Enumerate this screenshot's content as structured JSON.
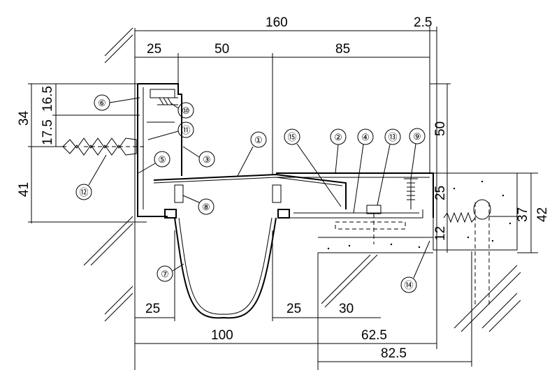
{
  "dimensions": {
    "top_total": "160",
    "top_offset": "2.5",
    "top_a": "25",
    "top_b": "50",
    "top_c": "85",
    "left_top": "16.5",
    "left_mid": "17.5",
    "left_group": "34",
    "left_bottom": "41",
    "right_height": "50",
    "right_a": "25",
    "right_b": "12",
    "right_c": "37",
    "right_d": "42",
    "bottom_a": "25",
    "bottom_b": "25",
    "bottom_c": "30",
    "bottom_total": "100",
    "bottom_offset": "62.5",
    "bottom_length": "82.5"
  },
  "callouts": [
    "①",
    "②",
    "③",
    "④",
    "⑤",
    "⑥",
    "⑦",
    "⑧",
    "⑨",
    "⑩",
    "⑪",
    "⑫",
    "⑬",
    "⑭",
    "⑮"
  ]
}
